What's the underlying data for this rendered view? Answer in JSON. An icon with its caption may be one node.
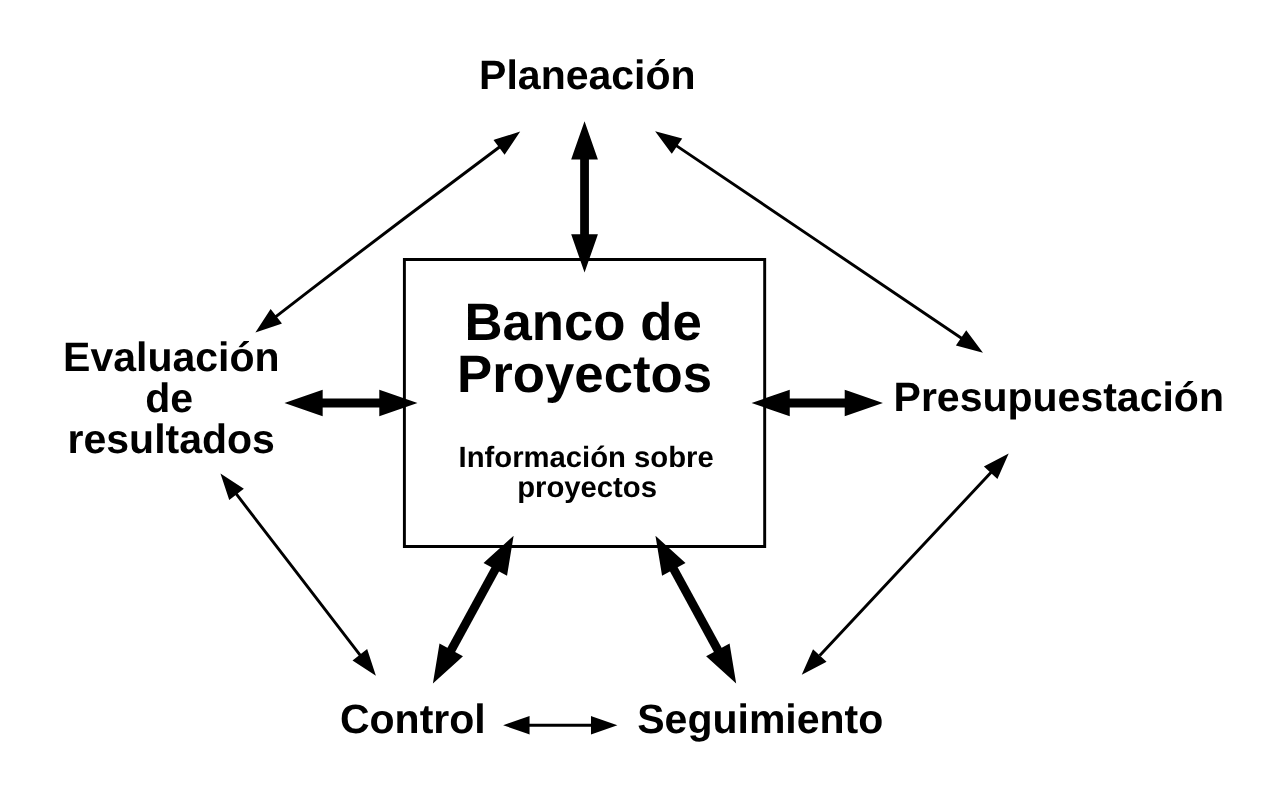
{
  "diagram": {
    "nodes": [
      {
        "text": [
          "Planeación"
        ]
      },
      {
        "text": [
          "Banco de Proyectos",
          "Información sobre proyectos"
        ]
      },
      {
        "text": [
          "Evaluación de resultados"
        ]
      },
      {
        "text": [
          "Presupuestación"
        ]
      },
      {
        "text": [
          "Control"
        ]
      },
      {
        "text": [
          "Seguimiento"
        ]
      }
    ],
    "edges": [
      {
        "from": 0,
        "to": 1,
        "arrow": "both",
        "style": "thick"
      },
      {
        "from": 0,
        "to": 2,
        "arrow": "both"
      },
      {
        "from": 0,
        "to": 3,
        "arrow": "both"
      },
      {
        "from": 2,
        "to": 1,
        "arrow": "both",
        "style": "thick"
      },
      {
        "from": 1,
        "to": 3,
        "arrow": "both",
        "style": "thick"
      },
      {
        "from": 2,
        "to": 4,
        "arrow": "both"
      },
      {
        "from": 4,
        "to": 1,
        "arrow": "both",
        "style": "thick"
      },
      {
        "from": 1,
        "to": 5,
        "arrow": "both",
        "style": "thick"
      },
      {
        "from": 4,
        "to": 5,
        "arrow": "both"
      },
      {
        "from": 3,
        "to": 5,
        "arrow": "both"
      }
    ]
  }
}
